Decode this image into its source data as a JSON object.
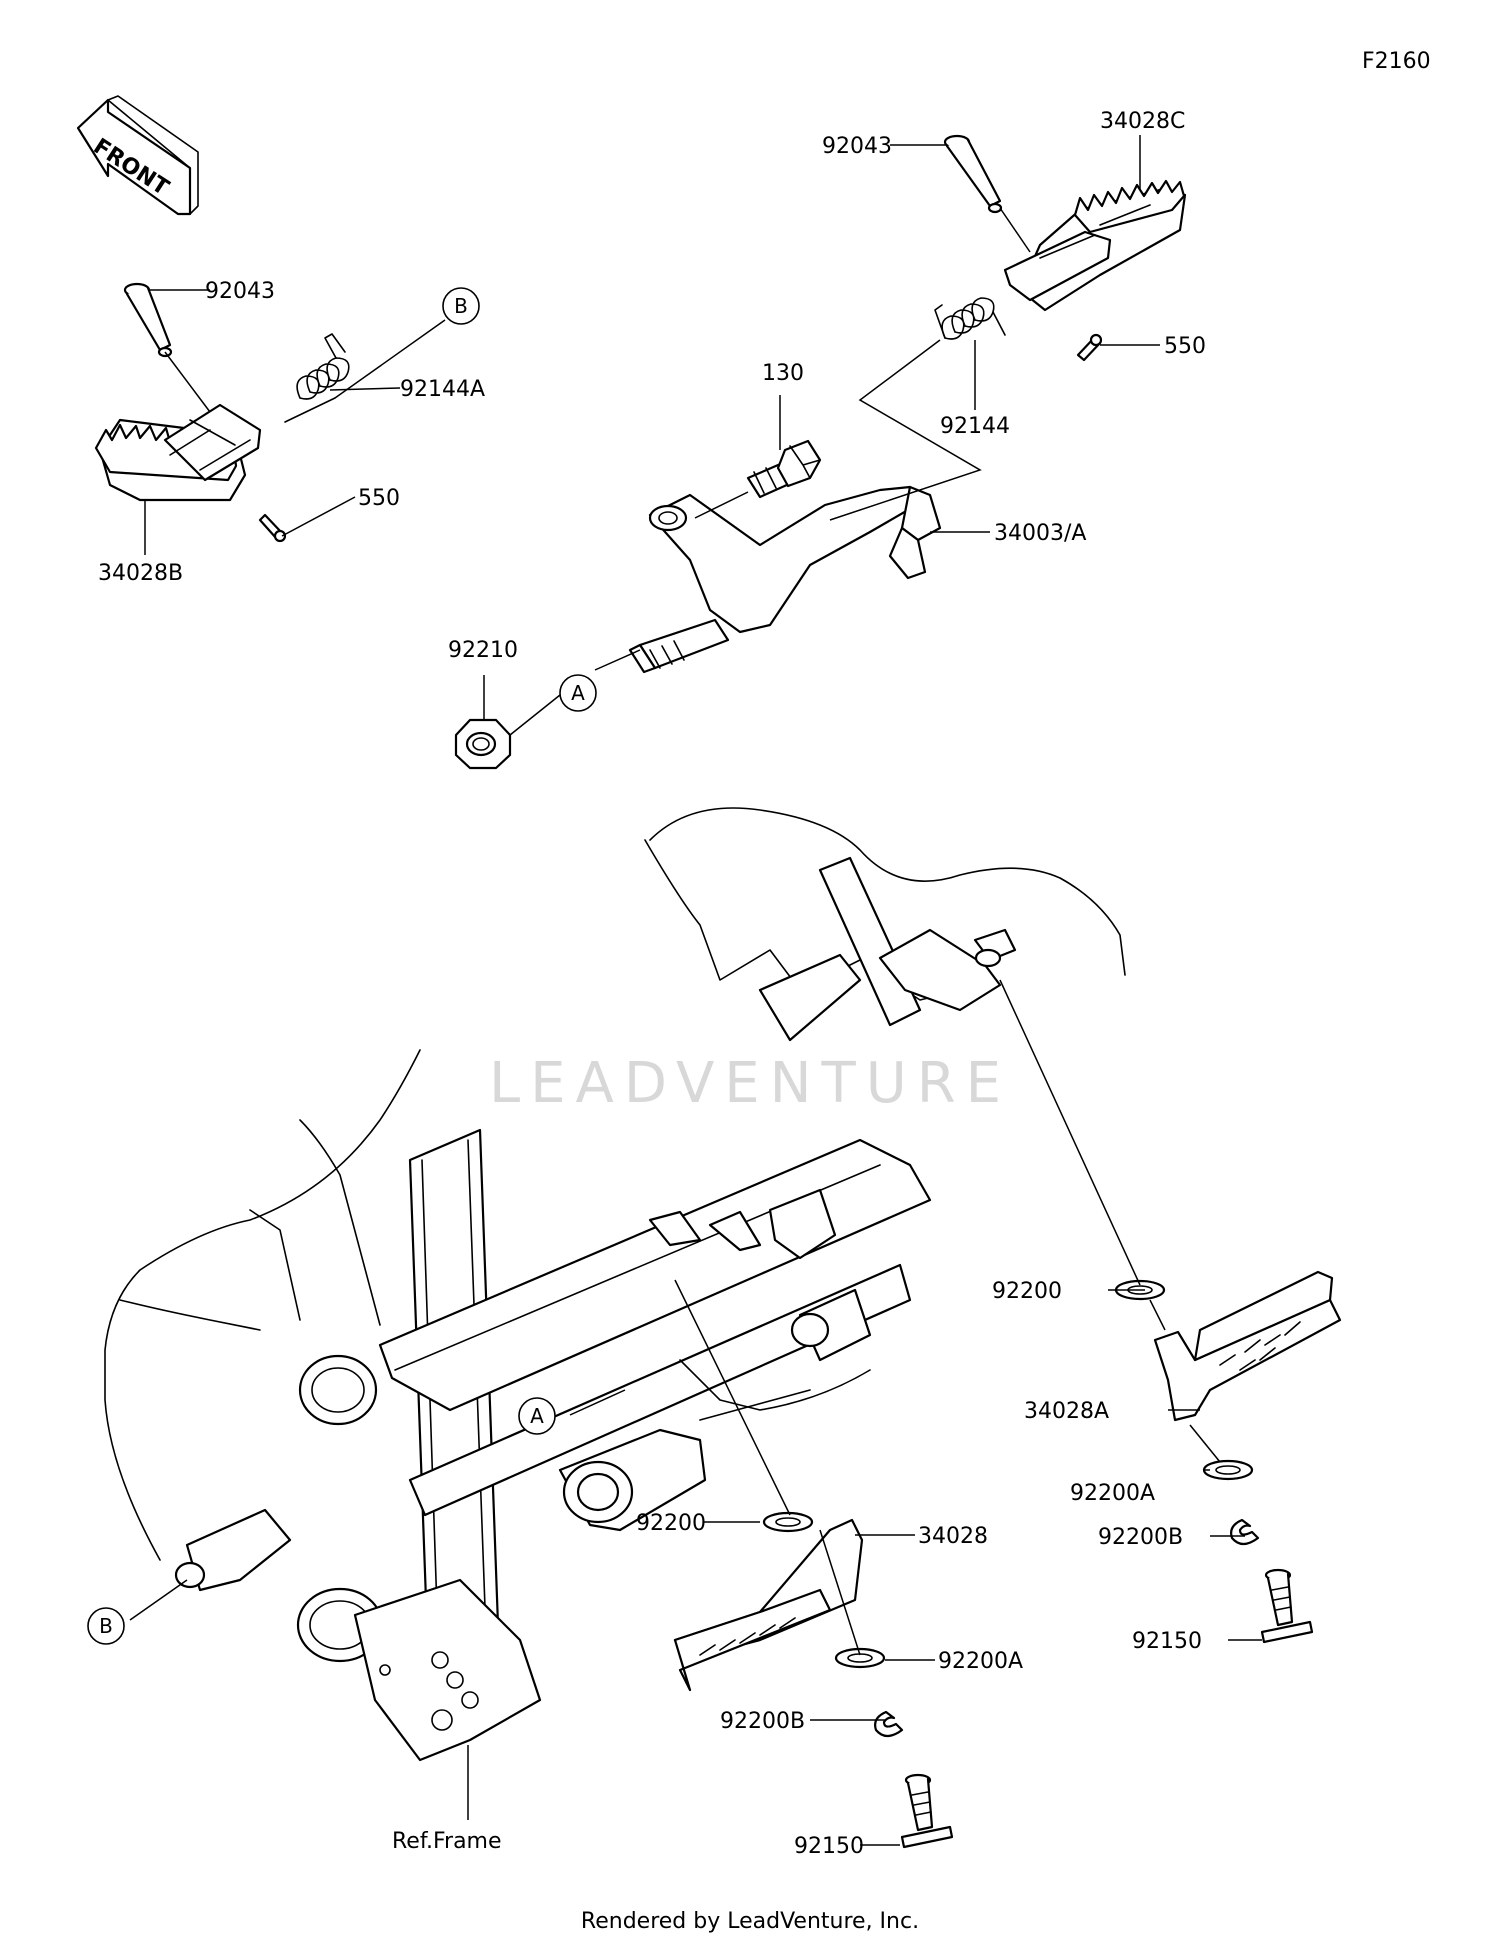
{
  "diagram_code": "F2160",
  "front_label": "FRONT",
  "footer": "Rendered by LeadVenture, Inc.",
  "watermark": "LEADVENTURE",
  "ref_label": "Ref.Frame",
  "callouts": {
    "a": "A",
    "b": "B"
  },
  "parts": [
    {
      "key": "p_92043_left",
      "number": "92043"
    },
    {
      "key": "p_92144A",
      "number": "92144A"
    },
    {
      "key": "p_550_left",
      "number": "550"
    },
    {
      "key": "p_34028B",
      "number": "34028B"
    },
    {
      "key": "p_92043_right",
      "number": "92043"
    },
    {
      "key": "p_34028C",
      "number": "34028C"
    },
    {
      "key": "p_550_right",
      "number": "550"
    },
    {
      "key": "p_130",
      "number": "130"
    },
    {
      "key": "p_92144",
      "number": "92144"
    },
    {
      "key": "p_34003A",
      "number": "34003/A"
    },
    {
      "key": "p_92210",
      "number": "92210"
    },
    {
      "key": "p_92200_right",
      "number": "92200"
    },
    {
      "key": "p_34028A",
      "number": "34028A"
    },
    {
      "key": "p_92200A_right",
      "number": "92200A"
    },
    {
      "key": "p_92200B_right",
      "number": "92200B"
    },
    {
      "key": "p_92150_right",
      "number": "92150"
    },
    {
      "key": "p_92200_mid",
      "number": "92200"
    },
    {
      "key": "p_34028",
      "number": "34028"
    },
    {
      "key": "p_92200A_mid",
      "number": "92200A"
    },
    {
      "key": "p_92200B_mid",
      "number": "92200B"
    },
    {
      "key": "p_92150_mid",
      "number": "92150"
    }
  ]
}
